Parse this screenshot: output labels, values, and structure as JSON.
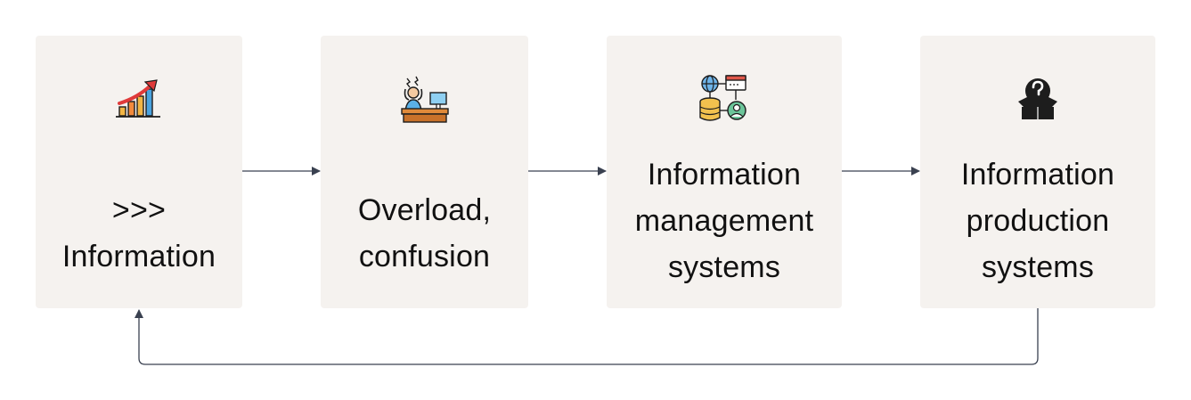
{
  "nodes": [
    {
      "icon": "growth-chart-icon",
      "lines": [
        ">>>",
        "Information"
      ]
    },
    {
      "icon": "stressed-worker-icon",
      "lines": [
        "Overload,",
        "confusion"
      ]
    },
    {
      "icon": "data-network-icon",
      "lines": [
        "Information",
        "management",
        "systems"
      ]
    },
    {
      "icon": "mystery-box-icon",
      "lines": [
        "Information",
        "production",
        "systems"
      ]
    }
  ],
  "colors": {
    "box_fill": "#f5f2ef",
    "text": "#111111",
    "connector": "#3a4150"
  }
}
